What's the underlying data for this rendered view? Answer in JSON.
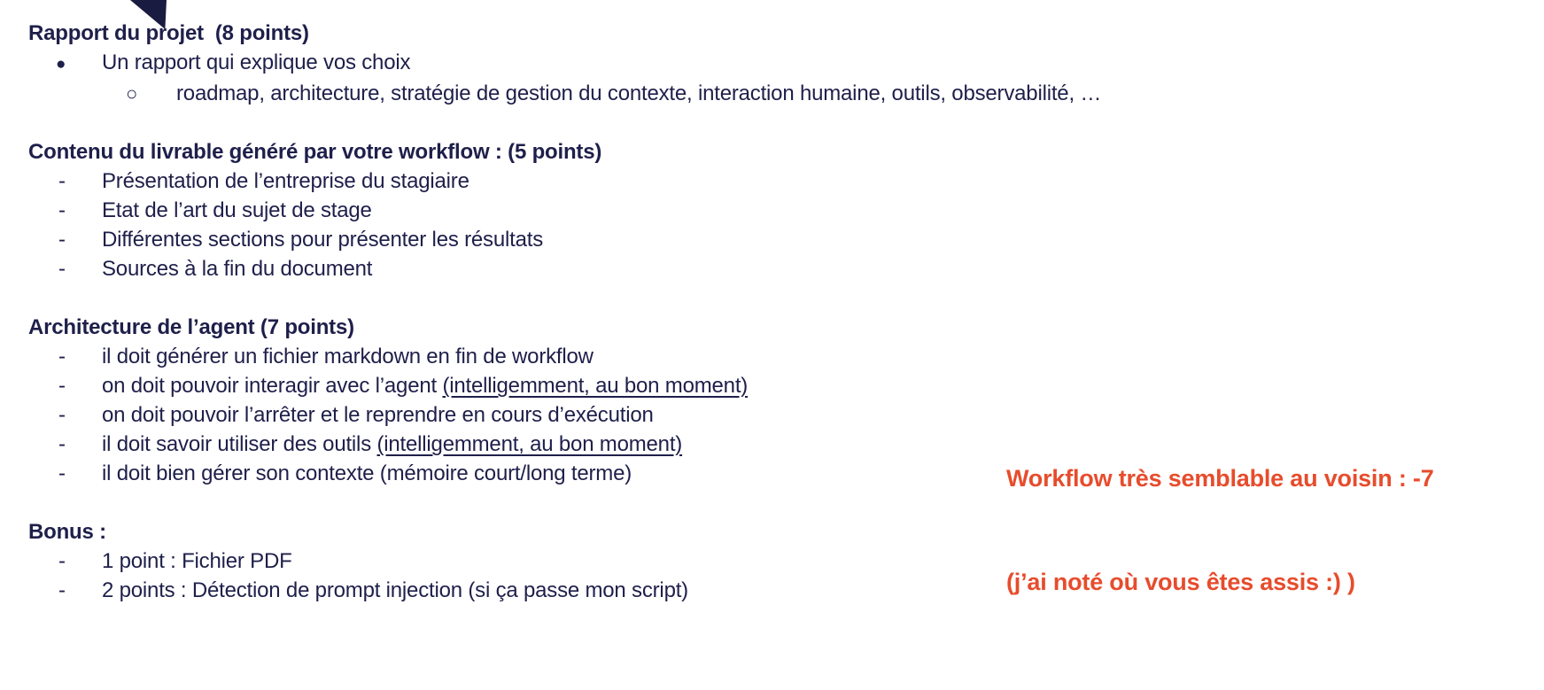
{
  "colors": {
    "background": "#ffffff",
    "text": "#1e1f4a",
    "triangle": "#1a1b40",
    "annotation": "#e74c2c"
  },
  "markers": {
    "disc": "●",
    "circle": "○",
    "dash": "-"
  },
  "sections": [
    {
      "heading": "Rapport du projet  (8 points)",
      "items": [
        {
          "text": "Un rapport qui explique vos choix"
        },
        {
          "text": "roadmap, architecture, stratégie de gestion du contexte, interaction humaine, outils, observabilité, …"
        }
      ]
    },
    {
      "heading": "Contenu du livrable généré par votre workflow : (5 points)",
      "items": [
        {
          "text": "Présentation de l’entreprise du stagiaire"
        },
        {
          "text": "Etat de l’art du sujet de stage"
        },
        {
          "text": "Différentes sections pour présenter les résultats"
        },
        {
          "text": "Sources à la fin du document"
        }
      ]
    },
    {
      "heading": "Architecture de l’agent (7 points)",
      "items": [
        {
          "text": "il doit générer un fichier markdown en fin de workflow"
        },
        {
          "pre": "on doit pouvoir interagir avec l’agent ",
          "underlined": "(intelligemment, au bon moment)"
        },
        {
          "text": "on doit pouvoir l’arrêter et le reprendre en cours d’exécution"
        },
        {
          "pre": "il doit savoir utiliser des outils ",
          "underlined": "(intelligemment, au bon moment)"
        },
        {
          "text": "il doit bien gérer son contexte (mémoire court/long terme)"
        }
      ]
    },
    {
      "heading": "Bonus :",
      "items": [
        {
          "text": "1 point : Fichier PDF"
        },
        {
          "text": "2 points : Détection de prompt injection (si ça passe mon script)"
        }
      ]
    }
  ],
  "annotation": {
    "line1": "Workflow très semblable au voisin : -7",
    "line2": "(j’ai noté où vous êtes assis :) )"
  }
}
